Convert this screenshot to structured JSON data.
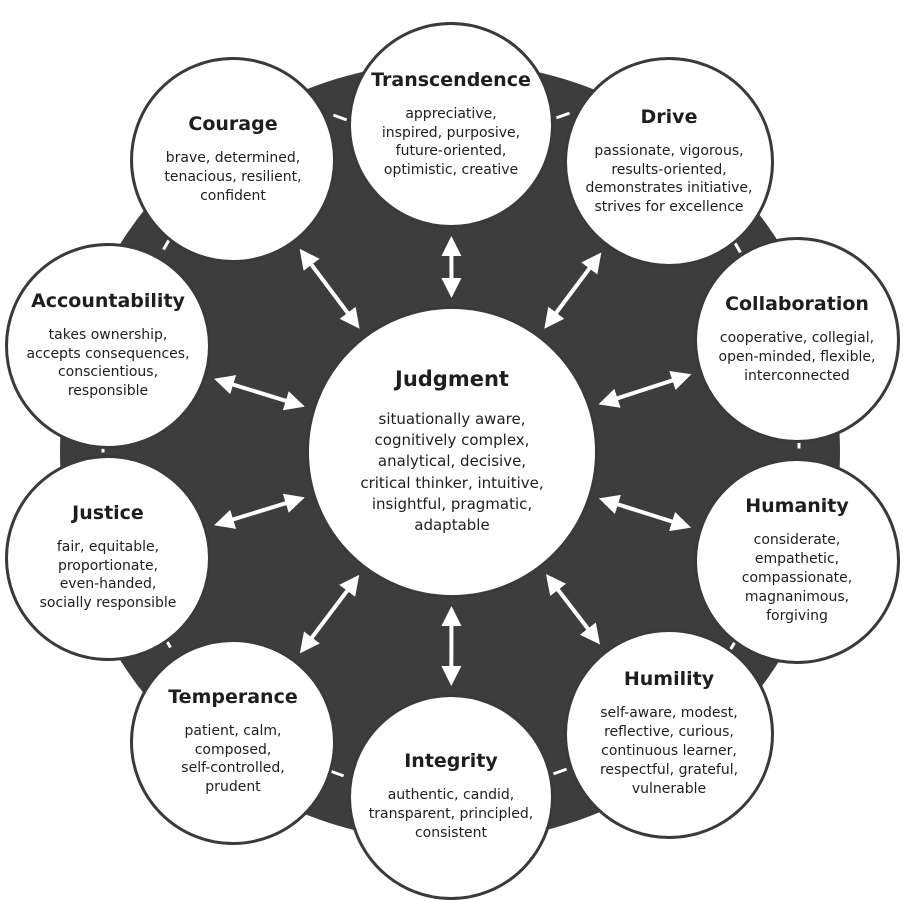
{
  "center": {
    "title": "Judgment",
    "desc": "situationally aware,\ncognitively complex,\nanalytical, decisive,\ncritical thinker, intuitive,\ninsightful, pragmatic,\nadaptable"
  },
  "nodes": [
    {
      "key": "transcendence",
      "title": "Transcendence",
      "desc": "appreciative,\ninspired, purposive,\nfuture-oriented,\noptimistic, creative"
    },
    {
      "key": "drive",
      "title": "Drive",
      "desc": "passionate, vigorous,\nresults-oriented,\ndemonstrates initiative,\nstrives for excellence"
    },
    {
      "key": "collaboration",
      "title": "Collaboration",
      "desc": "cooperative, collegial,\nopen-minded, flexible,\ninterconnected"
    },
    {
      "key": "humanity",
      "title": "Humanity",
      "desc": "considerate,\nempathetic,\ncompassionate,\nmagnanimous,\nforgiving"
    },
    {
      "key": "humility",
      "title": "Humility",
      "desc": "self-aware, modest,\nreflective, curious,\ncontinuous learner,\nrespectful, grateful,\nvulnerable"
    },
    {
      "key": "integrity",
      "title": "Integrity",
      "desc": "authentic, candid,\ntransparent, principled,\nconsistent"
    },
    {
      "key": "temperance",
      "title": "Temperance",
      "desc": "patient, calm,\ncomposed,\nself-controlled,\nprudent"
    },
    {
      "key": "justice",
      "title": "Justice",
      "desc": "fair, equitable,\nproportionate,\neven-handed,\nsocially responsible"
    },
    {
      "key": "accountability",
      "title": "Accountability",
      "desc": "takes ownership,\naccepts consequences,\nconscientious,\nresponsible"
    },
    {
      "key": "courage",
      "title": "Courage",
      "desc": "brave, determined,\ntenacious, resilient,\nconfident"
    }
  ],
  "colors": {
    "ring": "#3d3d3d",
    "node_fill": "#ffffff",
    "arrow": "#ffffff",
    "text": "#1e1e1e"
  }
}
